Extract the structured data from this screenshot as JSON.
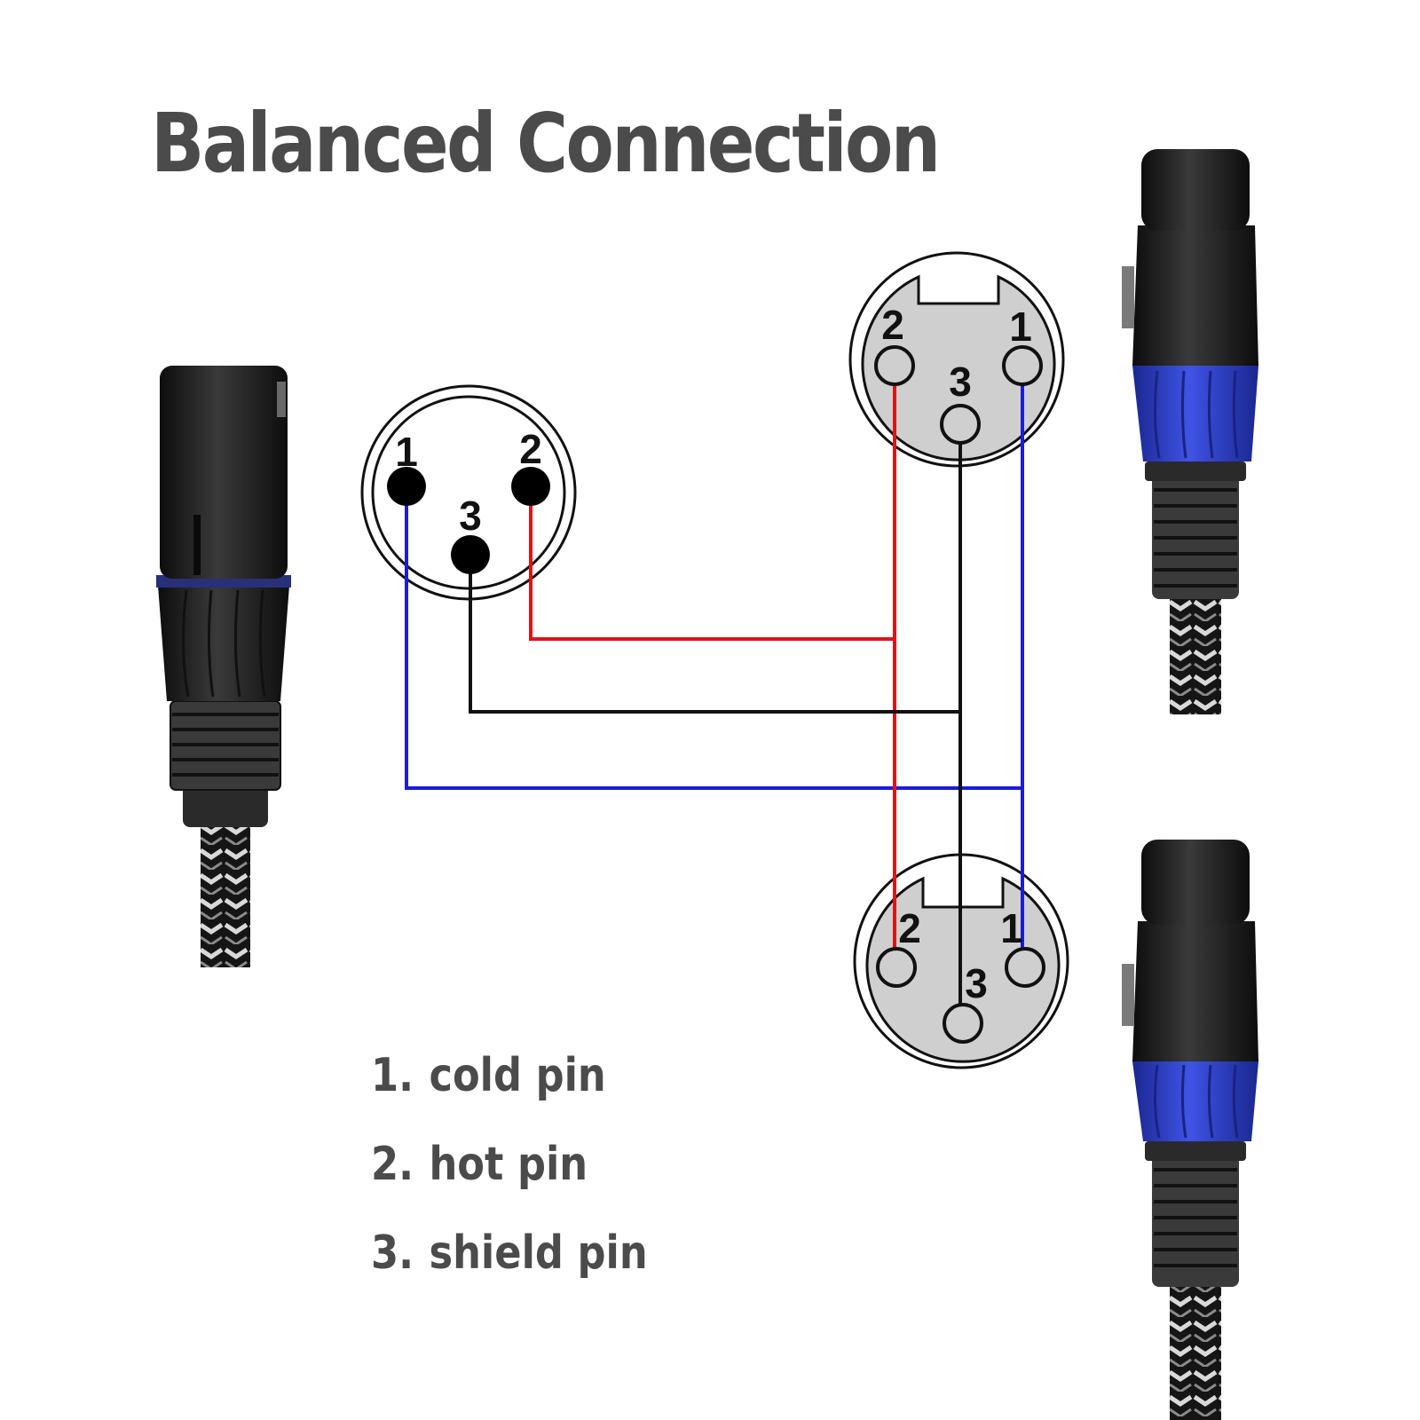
{
  "title": "Balanced Connection",
  "male_connector": {
    "pins": {
      "p1": "1",
      "p2": "2",
      "p3": "3"
    }
  },
  "female_connector_top": {
    "pins": {
      "p1": "1",
      "p2": "2",
      "p3": "3"
    }
  },
  "female_connector_bottom": {
    "pins": {
      "p1": "1",
      "p2": "2",
      "p3": "3"
    }
  },
  "legend": [
    {
      "num": "1.",
      "text": "cold pin"
    },
    {
      "num": "2.",
      "text": "hot pin"
    },
    {
      "num": "3.",
      "text": "shield pin"
    }
  ],
  "colors": {
    "cold_wire": "#1c1cd8",
    "hot_wire": "#e01414",
    "shield_wire": "#111111",
    "socket_fill": "#cfcfcf",
    "connector_body": "#1d1d1d",
    "connector_accent": "#2e3fd0",
    "text": "#4b4b4b"
  },
  "icons": {
    "male_plug": "xlr-male-plug-icon",
    "female_plug_top": "xlr-female-plug-icon",
    "female_plug_bottom": "xlr-female-plug-icon"
  }
}
